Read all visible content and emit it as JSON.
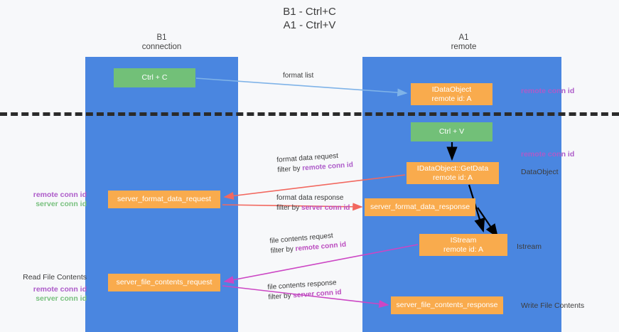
{
  "title": "B1 - Ctrl+C\nA1 - Ctrl+V",
  "title_line1": "B1 - Ctrl+C",
  "title_line2": "A1 - Ctrl+V",
  "lanes": [
    {
      "id": "b1",
      "name": "B1",
      "role": "connection",
      "color": "#4a86e0"
    },
    {
      "id": "a1",
      "name": "A1",
      "role": "remote",
      "color": "#4a86e0"
    }
  ],
  "colors": {
    "lane": "#4a86e0",
    "green_box": "#72c078",
    "orange_box": "#f9ab4d",
    "remote_conn_id": "#ad5bc9",
    "server_conn_id": "#78c07e",
    "arrow_format_list": "#7fb3e8",
    "arrow_format_data": "#f2685f",
    "arrow_file_contents": "#cc46c4",
    "arrow_black": "#000000",
    "background": "#f7f8fa",
    "divider": "#2b2b2b"
  },
  "boxes": {
    "ctrl_c": {
      "label": "Ctrl + C",
      "style": "green"
    },
    "idataobject": {
      "line1": "IDataObject",
      "line2": "remote id: A",
      "style": "orange"
    },
    "ctrl_v": {
      "label": "Ctrl + V",
      "style": "green"
    },
    "getdata": {
      "line1": "IDataObject::GetData",
      "line2": "remote id: A",
      "style": "orange"
    },
    "server_format_data_request": {
      "label": "server_format_data_request",
      "style": "orange"
    },
    "server_format_data_response": {
      "label": "server_format_data_response",
      "style": "orange"
    },
    "istream": {
      "line1": "IStream",
      "line2": "remote id: A",
      "style": "orange"
    },
    "server_file_contents_request": {
      "label": "server_file_contents_request",
      "style": "orange"
    },
    "server_file_contents_response": {
      "label": "server_file_contents_response",
      "style": "orange"
    }
  },
  "flows": {
    "format_list": {
      "label": "format list",
      "filter": ""
    },
    "format_data_request": {
      "label": "format data request",
      "filter_prefix": "filter by ",
      "filter_key": "remote conn id"
    },
    "format_data_response": {
      "label": "format data response",
      "filter_prefix": "filter by ",
      "filter_key": "server conn id"
    },
    "file_contents_request": {
      "label": "file contents request",
      "filter_prefix": "filter by ",
      "filter_key": "remote conn id"
    },
    "file_contents_response": {
      "label": "file contents response",
      "filter_prefix": "filter by ",
      "filter_key": "server conn id"
    }
  },
  "right_labels": {
    "remote_conn_id_top": "remote conn id",
    "remote_conn_id_mid": "remote conn id",
    "dataobject": "DataObject",
    "istream": "Istream",
    "write_file_contents": "Write File Contents"
  },
  "left_labels": {
    "remote_conn_id_1": "remote conn id",
    "server_conn_id_1": "server conn id",
    "read_file_contents": "Read File Contents",
    "remote_conn_id_2": "remote conn id",
    "server_conn_id_2": "server conn id"
  }
}
